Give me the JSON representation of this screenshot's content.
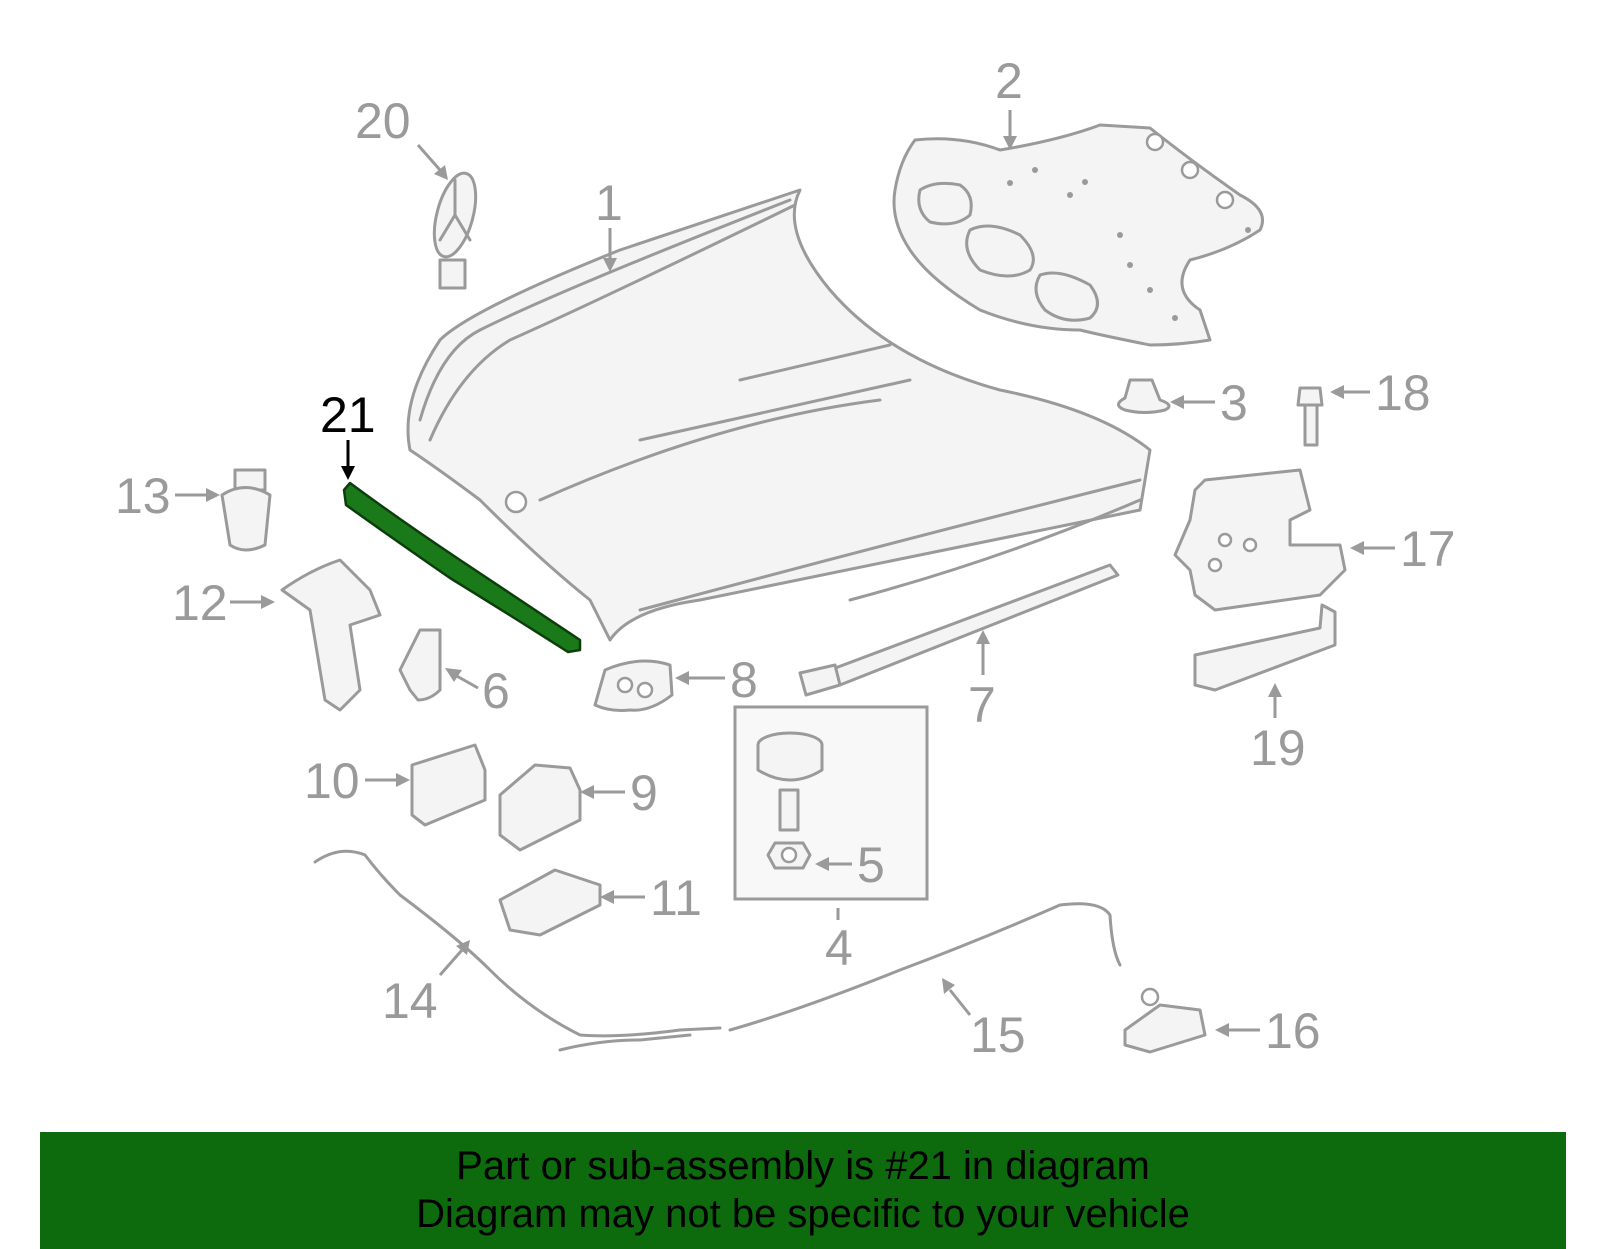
{
  "diagram": {
    "highlight_color": "#1a7a1a",
    "part_stroke_color": "#9a9a9a",
    "callouts": {
      "c1": "1",
      "c2": "2",
      "c3": "3",
      "c4": "4",
      "c5": "5",
      "c6": "6",
      "c7": "7",
      "c8": "8",
      "c9": "9",
      "c10": "10",
      "c11": "11",
      "c12": "12",
      "c13": "13",
      "c14": "14",
      "c15": "15",
      "c16": "16",
      "c17": "17",
      "c18": "18",
      "c19": "19",
      "c20": "20",
      "c21": "21"
    },
    "selected_part": "21"
  },
  "footer": {
    "background": "#0d6a0d",
    "line1": "Part or sub-assembly is #21 in diagram",
    "line2": "Diagram may not be specific to your vehicle"
  }
}
